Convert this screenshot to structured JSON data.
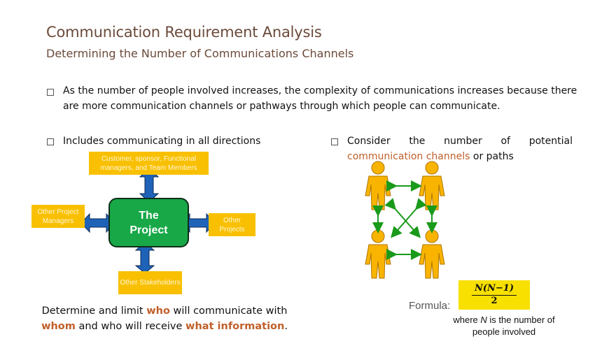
{
  "title": "Communication Requirement Analysis",
  "subtitle": "Determining the Number of Communications Channels",
  "bullet1": "As the number of people involved increases, the complexity of communications increases because there are more communication channels or pathways through which people can communicate.",
  "bullet2": "Includes communicating in all directions",
  "bullet3": {
    "prefix": "Consider the number of potential",
    "highlight": "communication channels",
    "suffix": " or paths"
  },
  "diagram": {
    "center_line1": "The",
    "center_line2": "Project",
    "top_label": "Customer, sponsor, Functional managers, and Team Members",
    "left_label": "Other Project Managers",
    "right_label": "Other Projects",
    "bottom_label": "Other Stakeholders"
  },
  "bottom_text": {
    "part1": "Determine and limit ",
    "who": "who",
    "part2": " will communicate with ",
    "whom": "whom",
    "part3": " and who will receive ",
    "what": "what information",
    "part4": "."
  },
  "formula": {
    "label": "Formula:",
    "numerator": "N(N−1)",
    "denominator": "2",
    "where_prefix": "where ",
    "where_var": "N",
    "where_suffix": " is the number of people involved"
  },
  "colors": {
    "title": "#6b4a3a",
    "accent": "#c0602a",
    "label_box": "#f8c000",
    "project": "#18a848",
    "arrow": "#1f63b8",
    "person": "#f8b400",
    "channel": "#1a9a1a",
    "formula_box": "#f8e000"
  }
}
